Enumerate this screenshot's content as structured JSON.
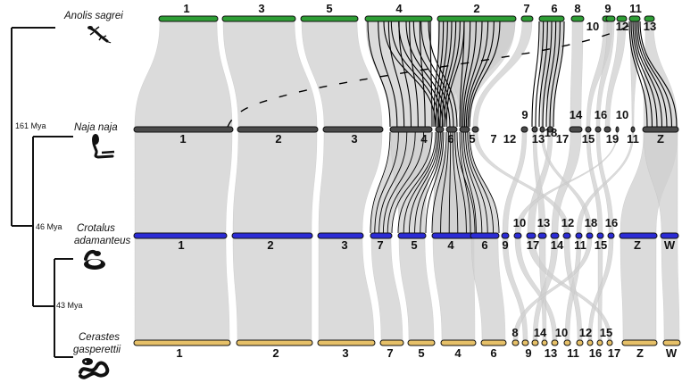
{
  "colors": {
    "anolis": "#2e9e35",
    "naja": "#4a4a4a",
    "crotalus": "#2b2bd6",
    "cerastes": "#e6c068",
    "link_grey": "#cfcfcf",
    "link_black": "#000000",
    "tree": "#111111"
  },
  "species": [
    {
      "id": "anolis",
      "name": "Anolis sagrei",
      "icon": "lizard-icon"
    },
    {
      "id": "naja",
      "name": "Naja naja",
      "icon": "cobra-icon"
    },
    {
      "id": "crotalus",
      "name": "Crotalus adamanteus",
      "name_lines": [
        "Crotalus",
        "adamanteus"
      ],
      "icon": "rattlesnake-icon"
    },
    {
      "id": "cerastes",
      "name": "Cerastes gasperettii",
      "name_lines": [
        "Cerastes",
        "gasperettii"
      ],
      "icon": "viper-icon"
    }
  ],
  "divergence": [
    {
      "node": "root",
      "label": "161 Mya"
    },
    {
      "node": "snakes",
      "label": "46 Mya"
    },
    {
      "node": "vipers",
      "label": "43 Mya"
    }
  ],
  "chromosomes": {
    "anolis": [
      "1",
      "3",
      "5",
      "4",
      "2",
      "7",
      "6",
      "8",
      "9",
      "10",
      "12",
      "11",
      "13"
    ],
    "naja": [
      "1",
      "2",
      "3",
      "4",
      "6",
      "5",
      "7",
      "12",
      "9",
      "13",
      "18",
      "17",
      "14",
      "15",
      "16",
      "19",
      "10",
      "11",
      "Z"
    ],
    "crotalus": [
      "1",
      "2",
      "3",
      "7",
      "5",
      "4",
      "6",
      "9",
      "10",
      "17",
      "13",
      "14",
      "12",
      "11",
      "18",
      "15",
      "16",
      "Z",
      "W"
    ],
    "cerastes": [
      "1",
      "2",
      "3",
      "7",
      "5",
      "4",
      "6",
      "8",
      "9",
      "14",
      "13",
      "10",
      "11",
      "12",
      "16",
      "15",
      "17",
      "Z",
      "W"
    ]
  }
}
